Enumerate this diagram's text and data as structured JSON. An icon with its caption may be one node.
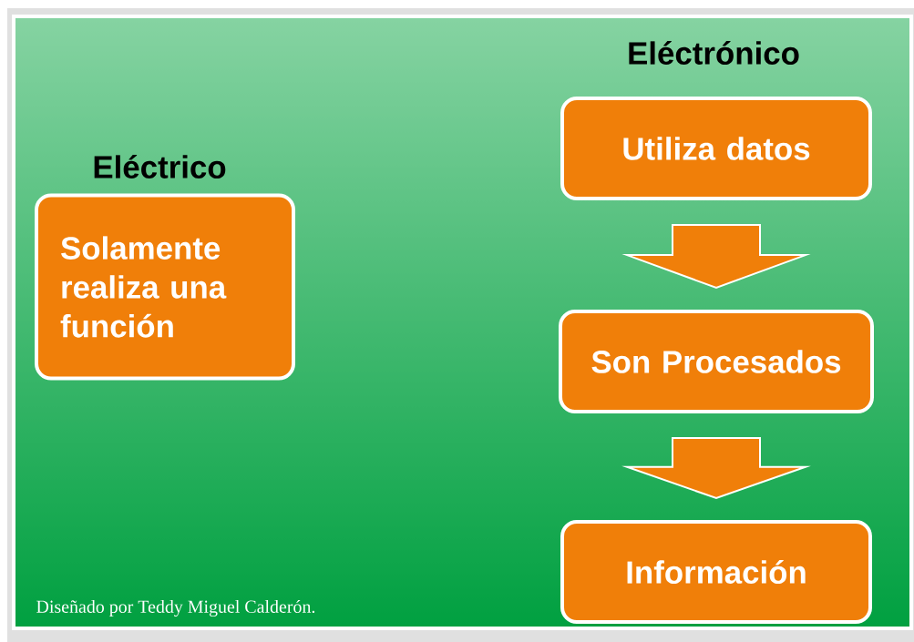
{
  "diagram": {
    "nodes": [
      {
        "text": [
          "Eléctrico",
          "Solamente realiza una función"
        ]
      },
      {
        "text": [
          "Eléctrónico",
          "Utiliza datos"
        ]
      },
      {
        "text": [
          "Son Procesados"
        ]
      },
      {
        "text": [
          "Información"
        ]
      }
    ],
    "edges": [
      {
        "from": 1,
        "to": 2,
        "arrow": "to"
      },
      {
        "from": 2,
        "to": 3,
        "arrow": "to"
      }
    ],
    "labels": [
      "Diseñado por Teddy Miguel Calderón."
    ]
  }
}
